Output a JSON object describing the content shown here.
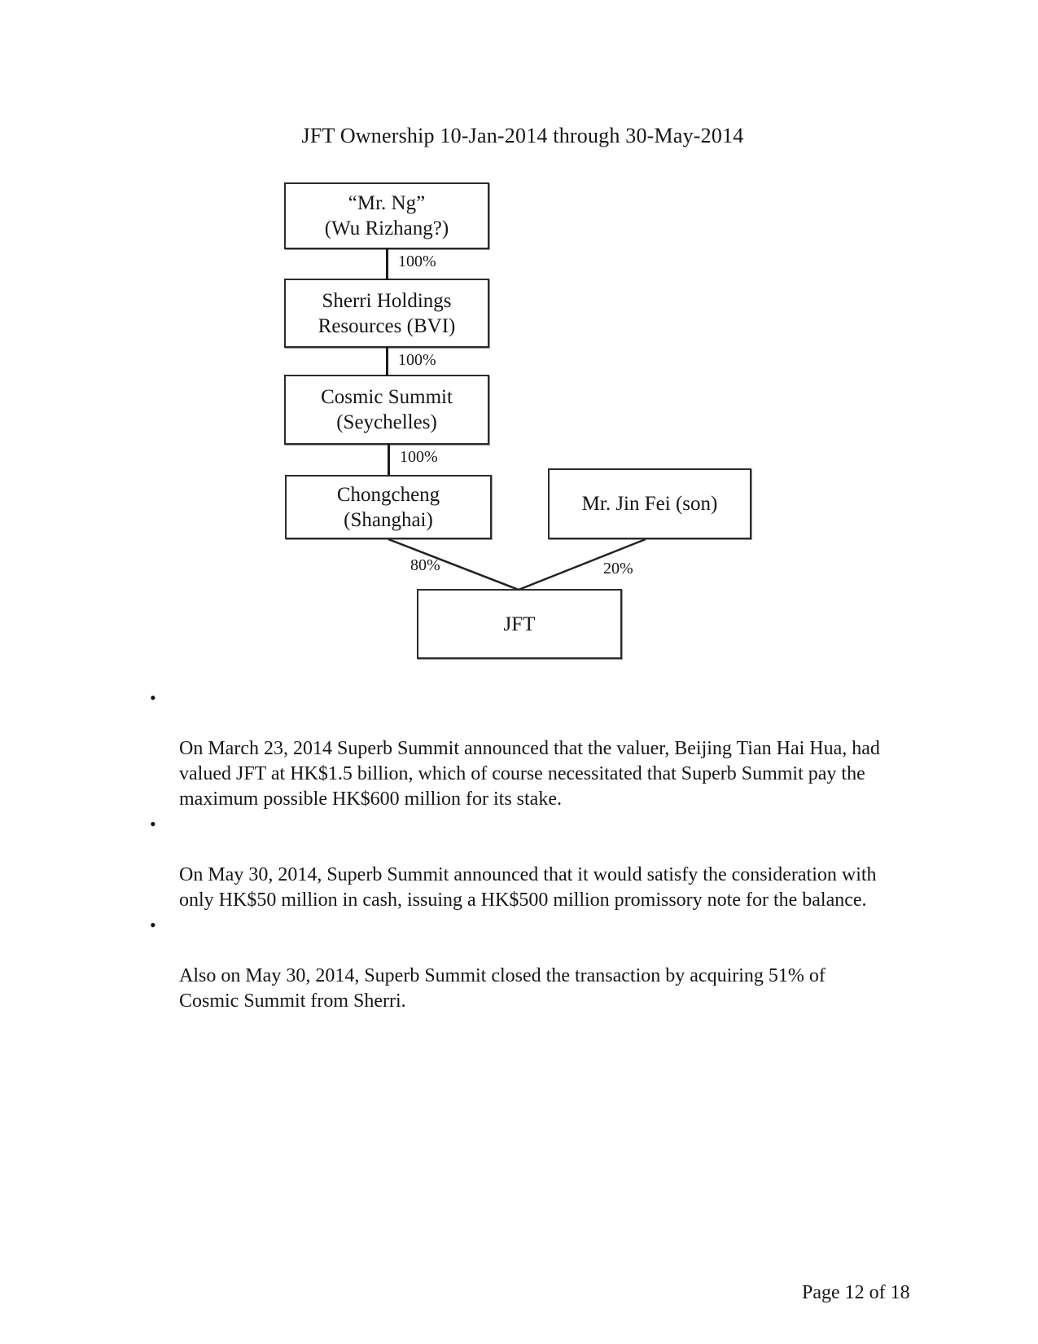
{
  "page": {
    "title": "JFT Ownership 10-Jan-2014 through 30-May-2014",
    "footer": "Page 12 of 18"
  },
  "diagram": {
    "nodes": {
      "mr_ng": {
        "label": "“Mr. Ng”\n(Wu Rizhang?)"
      },
      "sherri": {
        "label": "Sherri Holdings\nResources (BVI)"
      },
      "cosmic": {
        "label": "Cosmic Summit\n(Seychelles)"
      },
      "chongcheng": {
        "label": "Chongcheng\n(Shanghai)"
      },
      "jin_fei": {
        "label": "Mr. Jin Fei (son)"
      },
      "jft": {
        "label": "JFT"
      }
    },
    "edges": {
      "ng_to_sherri": "100%",
      "sherri_to_cosmic": "100%",
      "cosmic_to_chongcheng": "100%",
      "chongcheng_to_jft": "80%",
      "jinfei_to_jft": "20%"
    }
  },
  "list": {
    "bullet_char": "•",
    "items": [
      "On March 23, 2014 Superb Summit announced that the valuer, Beijing Tian Hai Hua, had\nvalued JFT at HK$1.5 billion, which of course necessitated that Superb Summit pay the\nmaximum possible HK$600 million for its stake.",
      "On May 30, 2014, Superb Summit announced that it would satisfy the consideration with\nonly HK$50 million in cash, issuing a HK$500 million promissory note for the balance.",
      "Also on May 30, 2014, Superb Summit closed the transaction by acquiring 51% of\nCosmic Summit from Sherri."
    ]
  }
}
